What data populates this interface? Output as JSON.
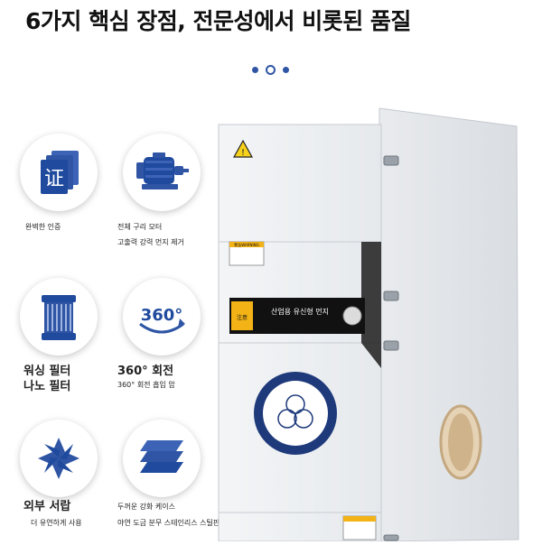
{
  "header": {
    "title": "6가지 핵심 장점, 전문성에서 비롯된 품질"
  },
  "carousel": {
    "count": 3,
    "active_index": 1
  },
  "features": {
    "certification": {
      "label": "완벽한 인증",
      "glyph": "证"
    },
    "motor": {
      "label1": "전체 구리 모터",
      "label2": "고출력 강력 먼지 제거"
    },
    "filter": {
      "label1": "워싱 필터",
      "label2": "나노 필터"
    },
    "rotation": {
      "glyph": "360°",
      "label1": "360° 회전",
      "label2": "360° 회전 흡입 암"
    },
    "drawer": {
      "label1": "외부 서랍",
      "label2": "더 유연하게 사용"
    },
    "case": {
      "label1": "두꺼운 강화 케이스",
      "label2": "야연 도금 분무 스테인리스 스틸판"
    }
  },
  "machine": {
    "warning_label": "警告WARNING",
    "panel_left": "注意",
    "panel_text": "산업용 유신형 먼지",
    "colors": {
      "body": "#eef0f2",
      "accent": "#1e3a7b"
    }
  }
}
